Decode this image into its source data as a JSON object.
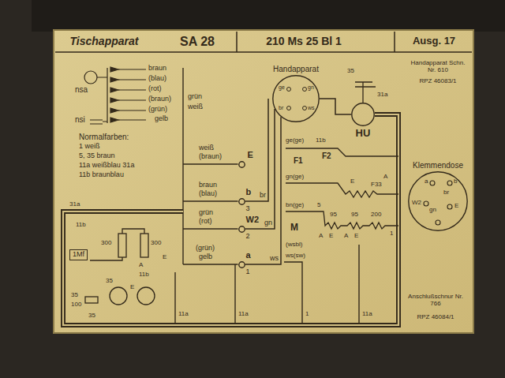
{
  "diagram": {
    "nodes": [
      {
        "text": [
          "Handapparat"
        ]
      },
      {
        "text": [
          "HU"
        ]
      },
      {
        "text": [
          "E"
        ]
      },
      {
        "text": [
          "Klemmendose"
        ]
      },
      {
        "text": [
          "b",
          "3"
        ]
      },
      {
        "text": [
          "W2",
          "2"
        ]
      },
      {
        "text": [
          "a",
          "1"
        ]
      },
      {
        "text": [
          "1Mf"
        ]
      }
    ],
    "edges": [
      {
        "from": 4,
        "to": 0,
        "label": "br",
        "arrow": "none"
      },
      {
        "from": 5,
        "to": 0,
        "label": "gn",
        "arrow": "none"
      },
      {
        "from": 6,
        "to": 0,
        "label": "ws",
        "arrow": "none"
      },
      {
        "from": 0,
        "to": 1,
        "arrow": "none"
      }
    ],
    "labels": [
      "Tischapparat",
      "SA 28",
      "210 Ms 25 Bl 1",
      "Ausg. 17",
      "Handapparat Schn. Nr. 610",
      "braun",
      "35",
      "RPZ 46083/1",
      "(blau)",
      "ge",
      "gn",
      "nsa",
      "(rot)",
      "31a",
      "grün",
      "(braun)",
      "weiß",
      "ws",
      "br",
      "(grün)",
      "gelb",
      "nsi",
      "Normalfarben:",
      "ge(ge)",
      "11b",
      "1 weiß",
      "weiß",
      "F2",
      "5, 35 braun",
      "(braun)",
      "F1",
      "11a weißblau 31a",
      "11b braunblau",
      "gn(ge)",
      "A",
      "E",
      "a",
      "b",
      "braun",
      "F33",
      "br",
      "(blau)",
      "W2",
      "31a",
      "bn(ge)",
      "5",
      "E",
      "gn",
      "grün",
      "95",
      "95",
      "200",
      "(rot)",
      "11b",
      "M",
      "1",
      "A",
      "E",
      "A",
      "E",
      "300",
      "300",
      "(wsbl)",
      "(grün)",
      "ws(sw)",
      "gelb",
      "E",
      "A",
      "11b",
      "35",
      "E",
      "35",
      "Anschlußschnur Nr. 766",
      "100",
      "11a",
      "11a",
      "1",
      "11a",
      "35",
      "RPZ 46084/1"
    ]
  }
}
